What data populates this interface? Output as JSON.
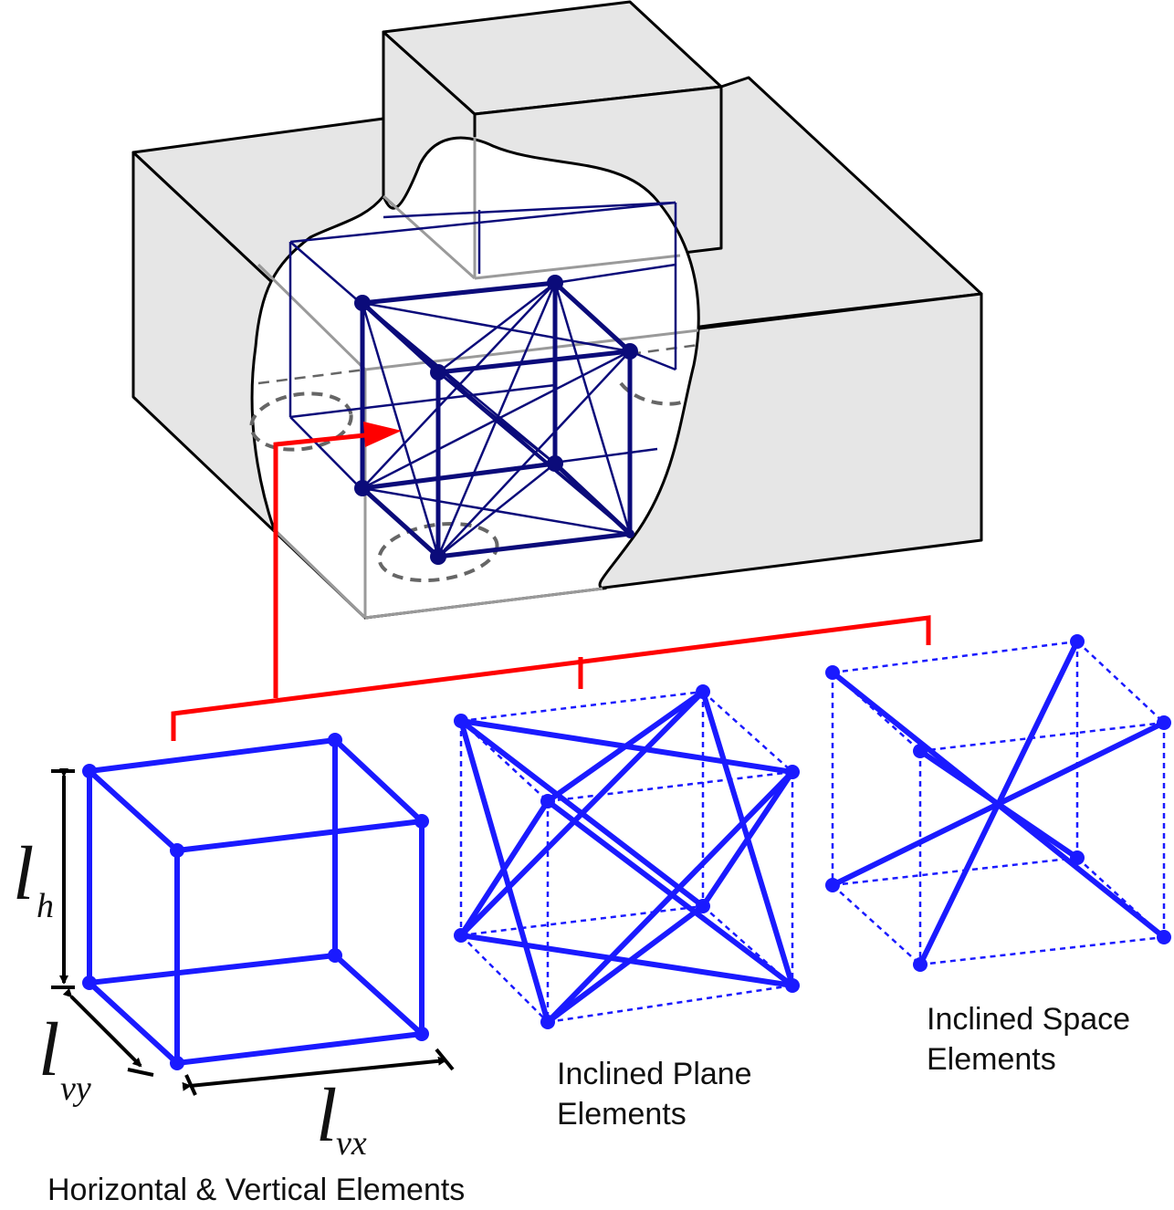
{
  "captions": {
    "horizontal_vertical": "Horizontal & Vertical Elements",
    "inclined_plane_line1": "Inclined Plane",
    "inclined_plane_line2": "Elements",
    "inclined_space_line1": "Inclined Space",
    "inclined_space_line2": "Elements"
  },
  "dimensions": {
    "lh_main": "l",
    "lh_sub": "h",
    "lvy_main": "l",
    "lvy_sub": "vy",
    "lvx_main": "l",
    "lvx_sub": "vx"
  },
  "colors": {
    "block_fill": "#e6e6e6",
    "lattice": "#0b0b7a",
    "element_blue": "#1a1aff",
    "callout_red": "#ff0000"
  }
}
